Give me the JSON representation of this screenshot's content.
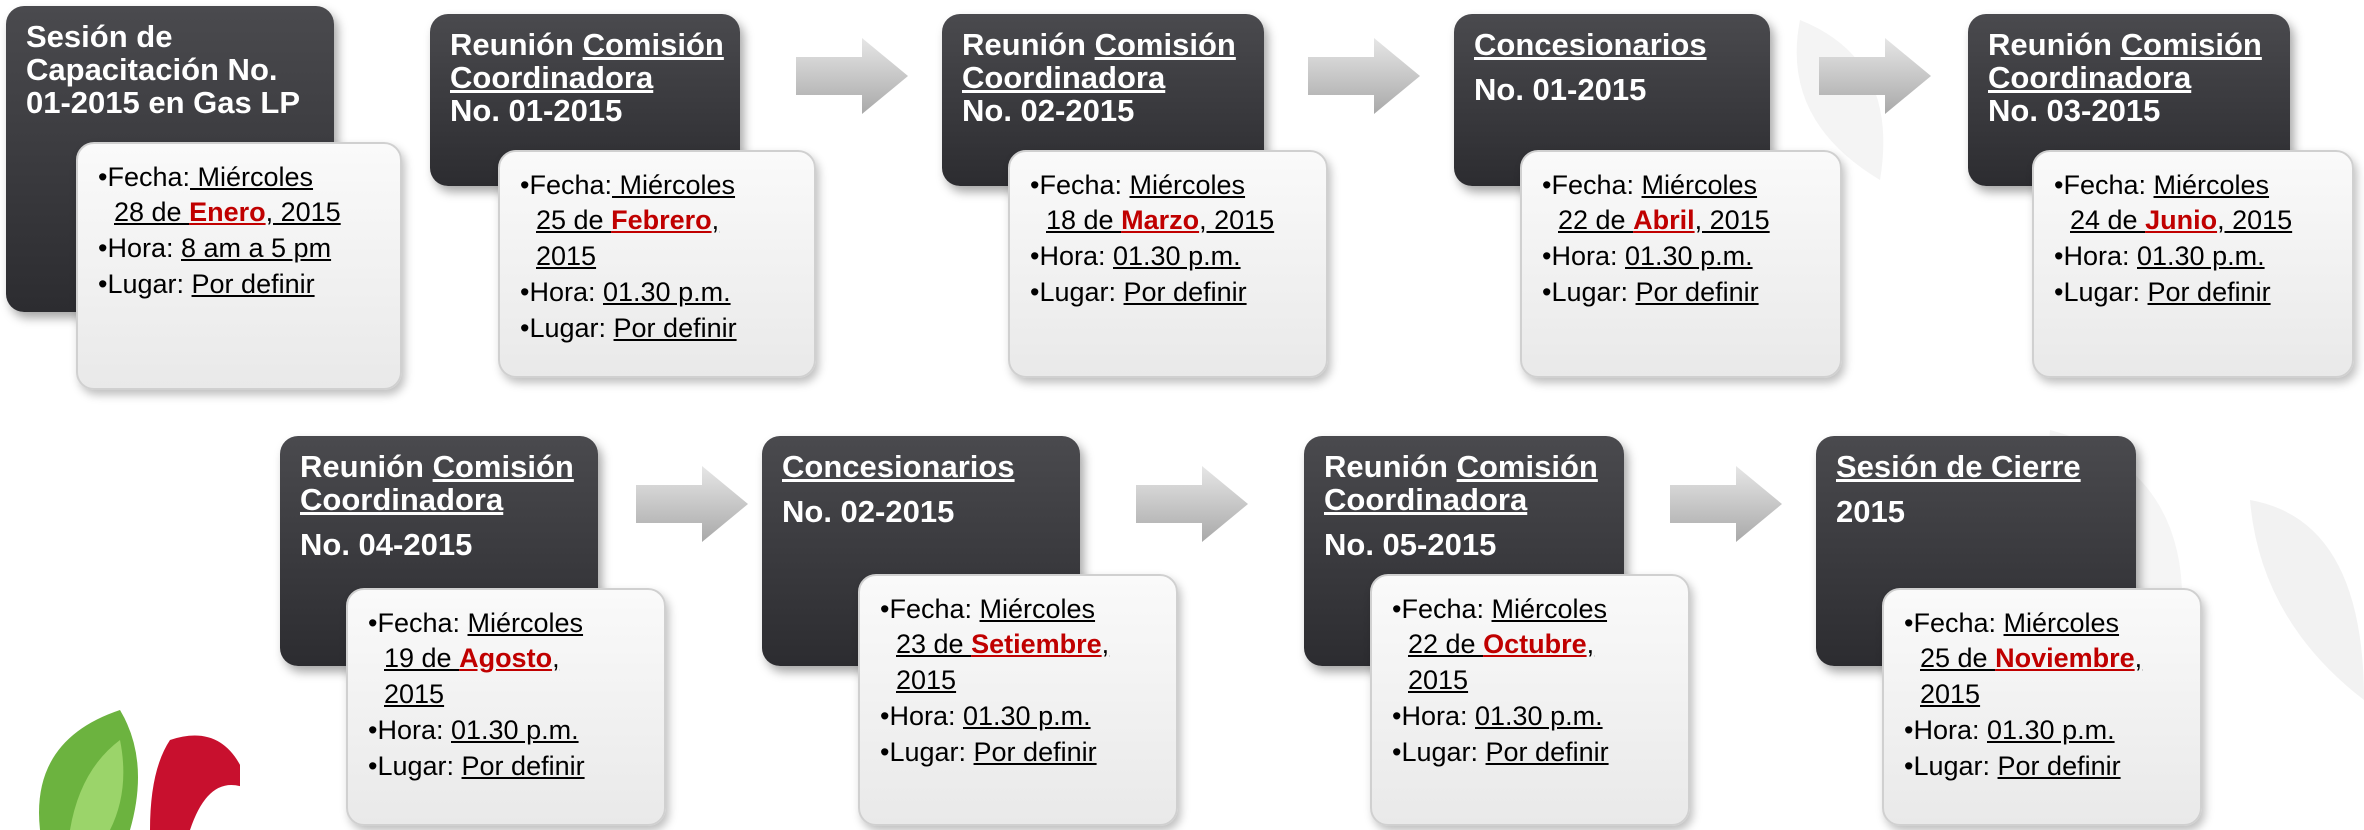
{
  "colors": {
    "header_bg": "#3a3a3e",
    "box_bg": "#f2f2f2",
    "month": "#c00000",
    "arrow": "#c8c8c8",
    "logo_green": "#6cb33f",
    "logo_red": "#c8102e"
  },
  "labels": {
    "fecha": "Fecha:",
    "hora": "Hora:",
    "lugar": "Lugar:"
  },
  "events": [
    {
      "h1": "Sesión de",
      "h2": "Capacitación No.",
      "h3": "01-2015 en Gas LP",
      "f1": " Miércoles",
      "f2a": "28 de ",
      "month": "Enero",
      "f2b": ", 2015",
      "f3": "",
      "hora": "8 am a 5 pm",
      "lugar": "Por definir"
    },
    {
      "h1a": "Reunión ",
      "h1b": "Comisión",
      "h2": "Coordinadora",
      "h3": "No. 01-2015",
      "f1": " Miércoles",
      "f2a": "25 de ",
      "month": "Febrero",
      "f2b": ",",
      "f3": "2015",
      "hora": "01.30 p.m.",
      "lugar": "Por definir"
    },
    {
      "h1a": "Reunión ",
      "h1b": "Comisión",
      "h2": "Coordinadora",
      "h3": "No. 02-2015",
      "f1": "Miércoles",
      "f2a": "18 de ",
      "month": "Marzo",
      "f2b": ", 2015",
      "f3": "",
      "hora": "01.30 p.m.",
      "lugar": "Por definir"
    },
    {
      "h1": "Concesionarios",
      "h3": "No. 01-2015",
      "f1": "Miércoles",
      "f2a": "22 de ",
      "month": "Abril",
      "f2b": ", 2015",
      "f3": "",
      "hora": "01.30 p.m.",
      "lugar": "Por definir"
    },
    {
      "h1a": "Reunión ",
      "h1b": "Comisión",
      "h2": "Coordinadora",
      "h3": "No. 03-2015",
      "f1": "Miércoles",
      "f2a": "24 de ",
      "month": "Junio",
      "f2b": ", 2015",
      "f3": "",
      "hora": "01.30 p.m.",
      "lugar": "Por definir"
    },
    {
      "h1a": "Reunión ",
      "h1b": "Comisión",
      "h2": "Coordinadora",
      "h3": "No. 04-2015",
      "f1": "Miércoles",
      "f2a": "19 de ",
      "month": "Agosto",
      "f2b": ",",
      "f3": "2015",
      "hora": "01.30 p.m.",
      "lugar": "Por definir"
    },
    {
      "h1": "Concesionarios",
      "h3": "No. 02-2015",
      "f1": "Miércoles",
      "f2a": "23 de ",
      "month": "Setiembre",
      "f2b": ",",
      "f3": "2015",
      "hora": "01.30 p.m.",
      "lugar": "Por definir"
    },
    {
      "h1a": "Reunión ",
      "h1b": "Comisión",
      "h2": "Coordinadora",
      "h3": "No. 05-2015",
      "f1": "Miércoles",
      "f2a": "22 de ",
      "month": "Octubre",
      "f2b": ",",
      "f3": "2015",
      "hora": "01.30 p.m.",
      "lugar": "Por definir"
    },
    {
      "h1": "Sesión de Cierre",
      "h3": "2015",
      "f1": "Miércoles",
      "f2a": "25 de ",
      "month": "Noviembre",
      "f2b": ",",
      "f3": "2015",
      "hora": "01.30 p.m.",
      "lugar": "Por definir"
    }
  ]
}
